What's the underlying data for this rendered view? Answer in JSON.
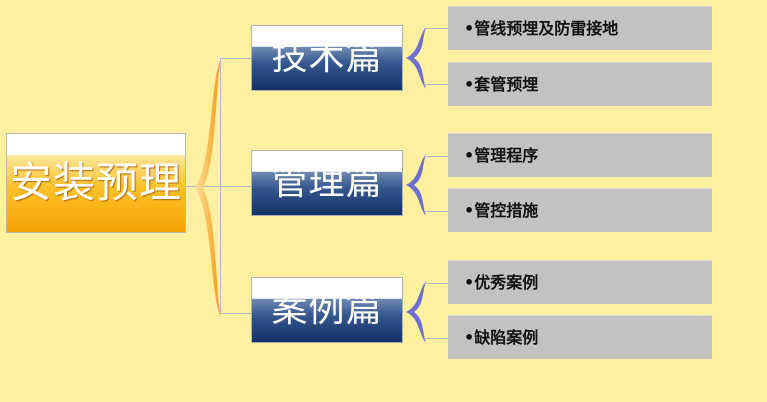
{
  "root": {
    "label": "安装预理"
  },
  "categories": [
    {
      "label": "技术篇",
      "items": [
        "•管线预埋及防雷接地",
        "•套管预埋"
      ]
    },
    {
      "label": "管理篇",
      "items": [
        "•管理程序",
        "•管控措施"
      ]
    },
    {
      "label": "案例篇",
      "items": [
        "•优秀案例",
        "•缺陷案例"
      ]
    }
  ],
  "colors": {
    "background": "#fdf09e",
    "root_fill": "#f5a300",
    "category_fill": "#123066",
    "leaf_fill": "#c2c2c2"
  }
}
